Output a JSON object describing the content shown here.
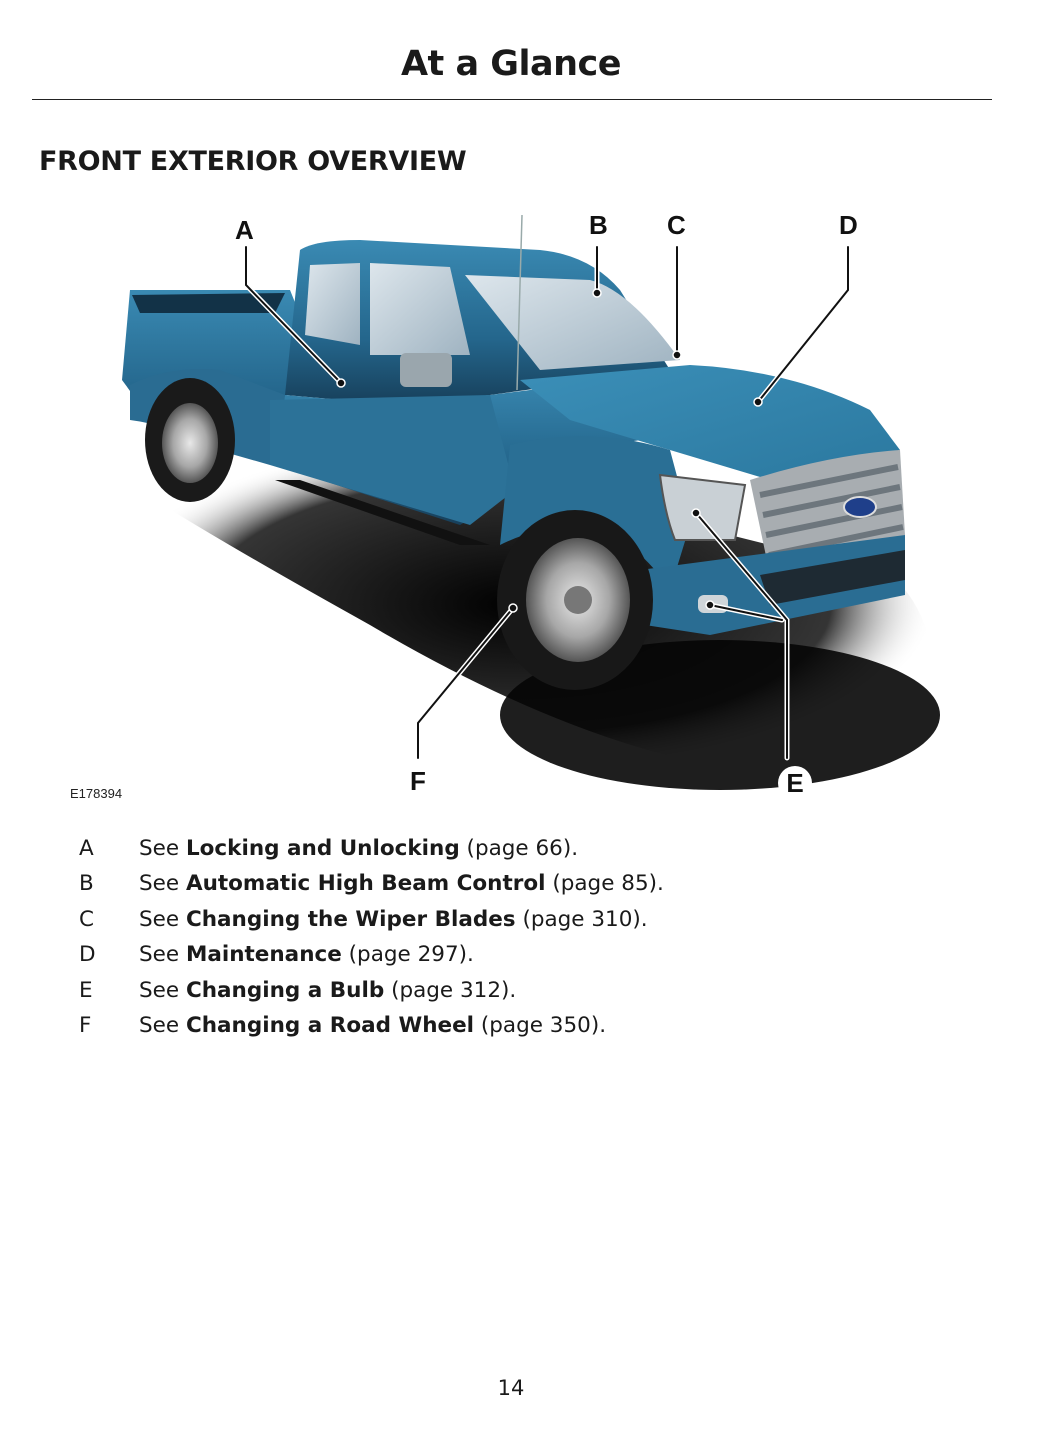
{
  "header": {
    "title": "At a Glance"
  },
  "section": {
    "title": "FRONT EXTERIOR OVERVIEW"
  },
  "figure": {
    "id": "E178394",
    "callouts": [
      "A",
      "B",
      "C",
      "D",
      "E",
      "F"
    ]
  },
  "legend": [
    {
      "letter": "A",
      "prefix": "See ",
      "bold": "Locking and Unlocking",
      "suffix": " (page 66)."
    },
    {
      "letter": "B",
      "prefix": "See ",
      "bold": "Automatic High Beam Control",
      "suffix": " (page 85)."
    },
    {
      "letter": "C",
      "prefix": "See ",
      "bold": "Changing the Wiper Blades",
      "suffix": " (page 310)."
    },
    {
      "letter": "D",
      "prefix": "See ",
      "bold": "Maintenance",
      "suffix": " (page 297)."
    },
    {
      "letter": "E",
      "prefix": "See ",
      "bold": "Changing a Bulb",
      "suffix": " (page 312)."
    },
    {
      "letter": "F",
      "prefix": "See ",
      "bold": "Changing a Road Wheel",
      "suffix": " (page 350)."
    }
  ],
  "footer": {
    "page_number": "14"
  },
  "colors": {
    "truck_blue": "#2d7196",
    "shadow": "#000000"
  }
}
